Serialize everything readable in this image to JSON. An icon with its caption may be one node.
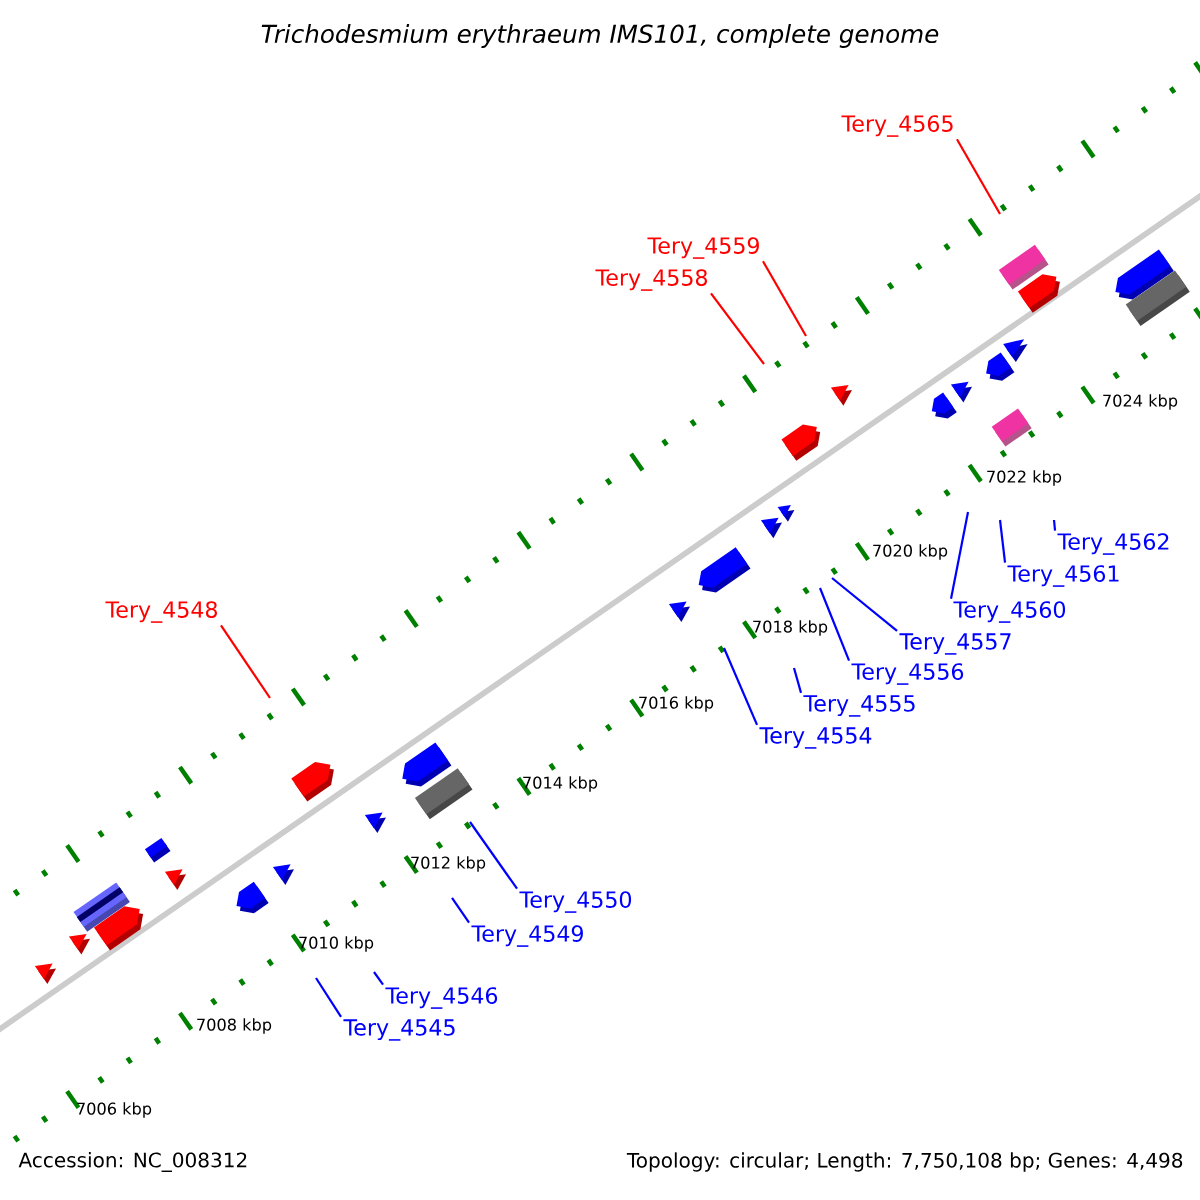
{
  "diagram": {
    "title": "Trichodesmium erythraeum IMS101, complete genome",
    "nodes": [
      {
        "text": [
          "Tery_4565"
        ]
      },
      {
        "text": [
          "Tery_4559"
        ]
      },
      {
        "text": [
          "Tery_4558"
        ]
      },
      {
        "text": [
          "Tery_4562"
        ]
      },
      {
        "text": [
          "Tery_4561"
        ]
      },
      {
        "text": [
          "Tery_4560"
        ]
      },
      {
        "text": [
          "Tery_4548"
        ]
      },
      {
        "text": [
          "Tery_4557"
        ]
      },
      {
        "text": [
          "Tery_4556"
        ]
      },
      {
        "text": [
          "Tery_4555"
        ]
      },
      {
        "text": [
          "Tery_4554"
        ]
      },
      {
        "text": [
          "Tery_4550"
        ]
      },
      {
        "text": [
          "Tery_4549"
        ]
      },
      {
        "text": [
          "Tery_4546"
        ]
      },
      {
        "text": [
          "Tery_4545"
        ]
      }
    ],
    "edges": [
      {
        "from": 0,
        "to": null,
        "arrow": "none",
        "color": "#ff0000"
      },
      {
        "from": 1,
        "to": null,
        "arrow": "none",
        "color": "#ff0000"
      },
      {
        "from": 2,
        "to": null,
        "arrow": "none",
        "color": "#ff0000"
      },
      {
        "from": 3,
        "to": null,
        "arrow": "none"
      },
      {
        "from": 4,
        "to": null,
        "arrow": "none"
      },
      {
        "from": 5,
        "to": null,
        "arrow": "none"
      },
      {
        "from": 6,
        "to": null,
        "arrow": "none",
        "color": "#ff0000"
      },
      {
        "from": 7,
        "to": null,
        "arrow": "none"
      },
      {
        "from": 8,
        "to": null,
        "arrow": "none"
      },
      {
        "from": 9,
        "to": null,
        "arrow": "none"
      },
      {
        "from": 10,
        "to": null,
        "arrow": "none"
      },
      {
        "from": 11,
        "to": null,
        "arrow": "none"
      },
      {
        "from": 12,
        "to": null,
        "arrow": "none"
      },
      {
        "from": 13,
        "to": null,
        "arrow": "none"
      },
      {
        "from": 14,
        "to": null,
        "arrow": "none"
      }
    ],
    "labels": [
      "7024 kbp",
      "7022 kbp",
      "7020 kbp",
      "7018 kbp",
      "7016 kbp",
      "7014 kbp",
      "7012 kbp",
      "7010 kbp",
      "7008 kbp",
      "7006 kbp",
      "Accession: NC_008312",
      "Topology: circular; Length: 7,750,108 bp; Genes: 4,498"
    ]
  }
}
